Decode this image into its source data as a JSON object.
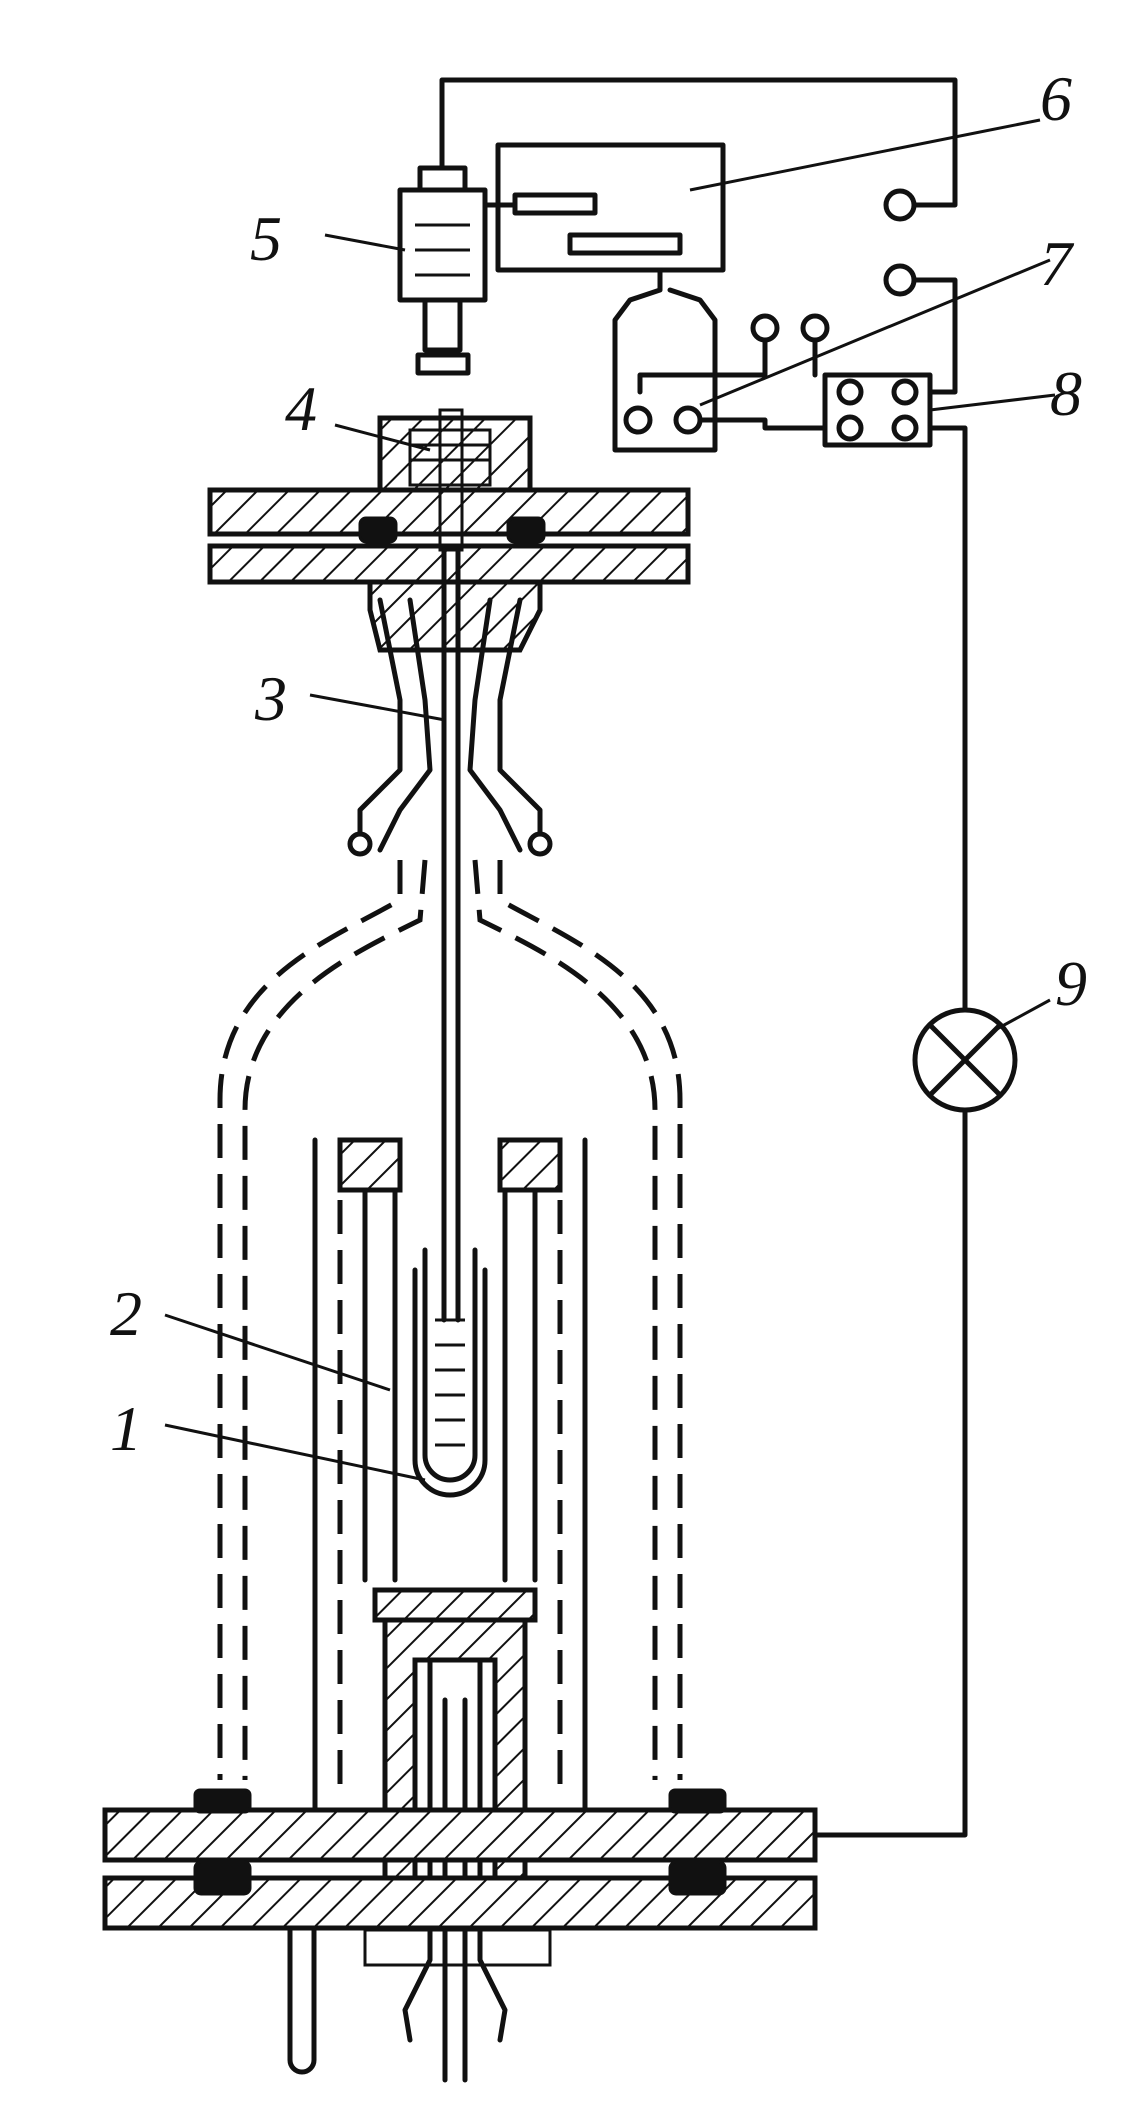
{
  "diagram": {
    "callouts": [
      {
        "id": "1",
        "text": "1"
      },
      {
        "id": "2",
        "text": "2"
      },
      {
        "id": "3",
        "text": "3"
      },
      {
        "id": "4",
        "text": "4"
      },
      {
        "id": "5",
        "text": "5"
      },
      {
        "id": "6",
        "text": "6"
      },
      {
        "id": "7",
        "text": "7"
      },
      {
        "id": "8",
        "text": "8"
      },
      {
        "id": "9",
        "text": "9"
      }
    ],
    "line_color": "#111111",
    "background": "#ffffff"
  }
}
